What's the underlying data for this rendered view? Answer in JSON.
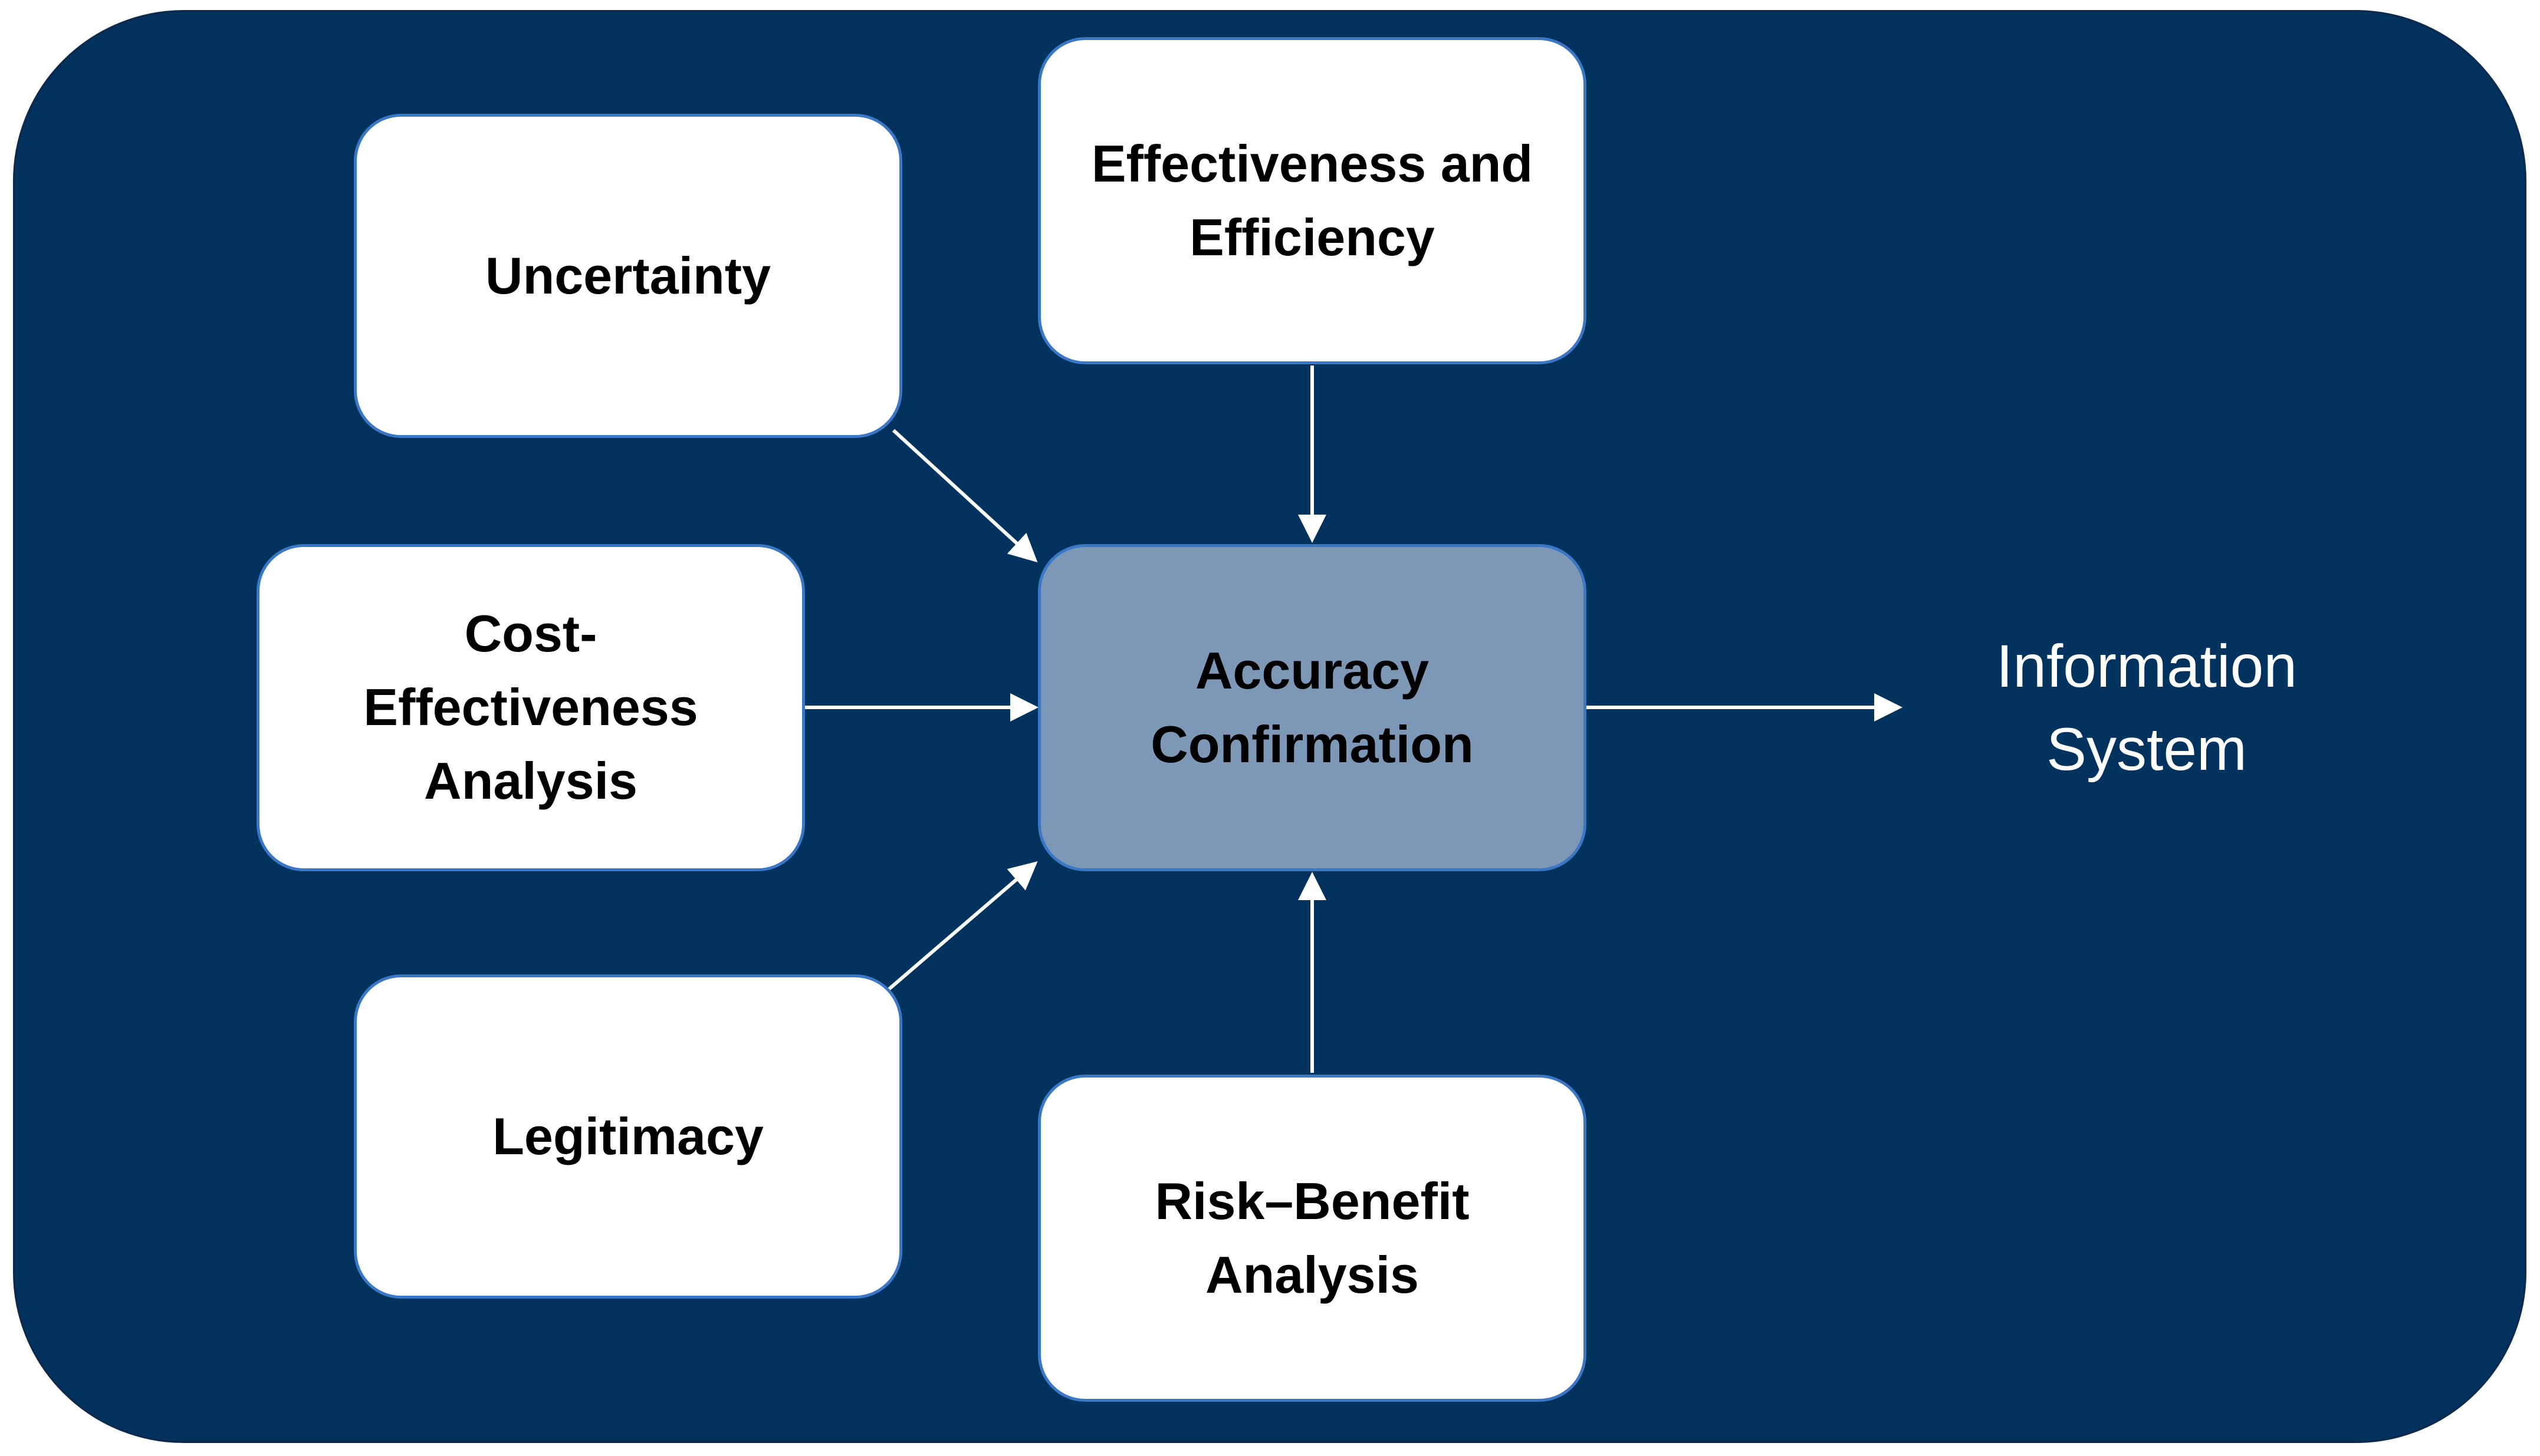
{
  "diagram": {
    "center": {
      "label": "Accuracy\nConfirmation"
    },
    "inputs": {
      "uncertainty": "Uncertainty",
      "effectiveness_efficiency": "Effectiveness and\nEfficiency",
      "cost_effectiveness": "Cost-\nEffectiveness\nAnalysis",
      "legitimacy": "Legitimacy",
      "risk_benefit": "Risk–Benefit\nAnalysis"
    },
    "output": {
      "label": "Information\nSystem"
    }
  },
  "colors": {
    "panel_background": "#02335f",
    "box_background": "#ffffff",
    "center_box_background": "#7d98b7",
    "box_border": "#3a78c6",
    "arrow": "#ffffff"
  }
}
